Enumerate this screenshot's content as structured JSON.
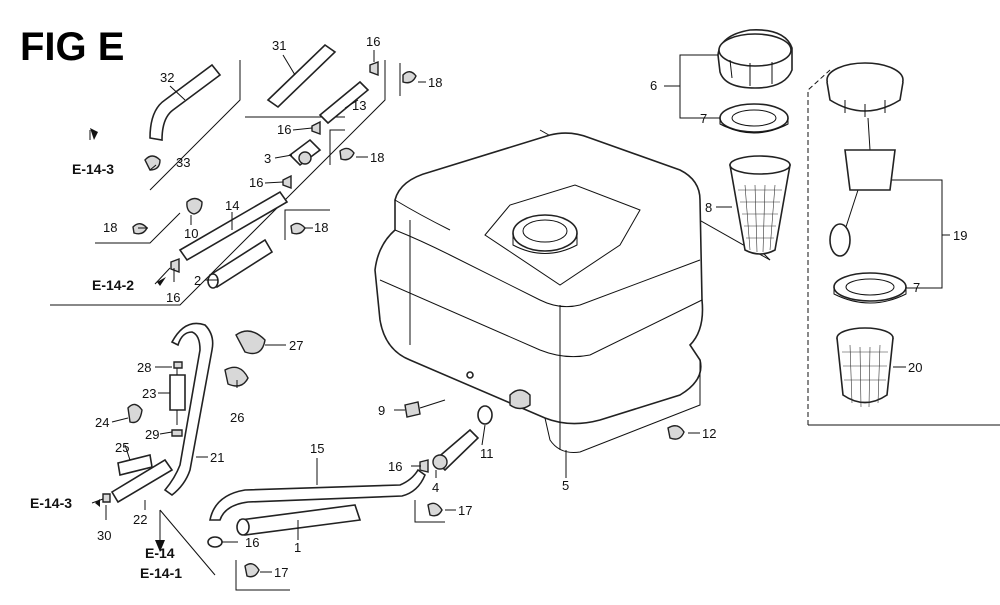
{
  "title": "FIG E",
  "labels": {
    "p1": "1",
    "p2": "2",
    "p3": "3",
    "p4": "4",
    "p5": "5",
    "p6": "6",
    "p7a": "7",
    "p7b": "7",
    "p8": "8",
    "p9": "9",
    "p10": "10",
    "p11": "11",
    "p12": "12",
    "p13": "13",
    "p14": "14",
    "p15": "15",
    "p16a": "16",
    "p16b": "16",
    "p16c": "16",
    "p16d": "16",
    "p16e": "16",
    "p16f": "16",
    "p17a": "17",
    "p17b": "17",
    "p18a": "18",
    "p18b": "18",
    "p18c": "18",
    "p18d": "18",
    "p19": "19",
    "p20": "20",
    "p21": "21",
    "p22": "22",
    "p23": "23",
    "p24": "24",
    "p25": "25",
    "p26": "26",
    "p27": "27",
    "p28": "28",
    "p29": "29",
    "p30": "30",
    "p31": "31",
    "p32": "32",
    "p33": "33"
  },
  "refs": {
    "e143_top": "E-14-3",
    "e142": "E-14-2",
    "e143_bottom": "E-14-3",
    "e14": "E-14",
    "e141": "E-14-1"
  }
}
